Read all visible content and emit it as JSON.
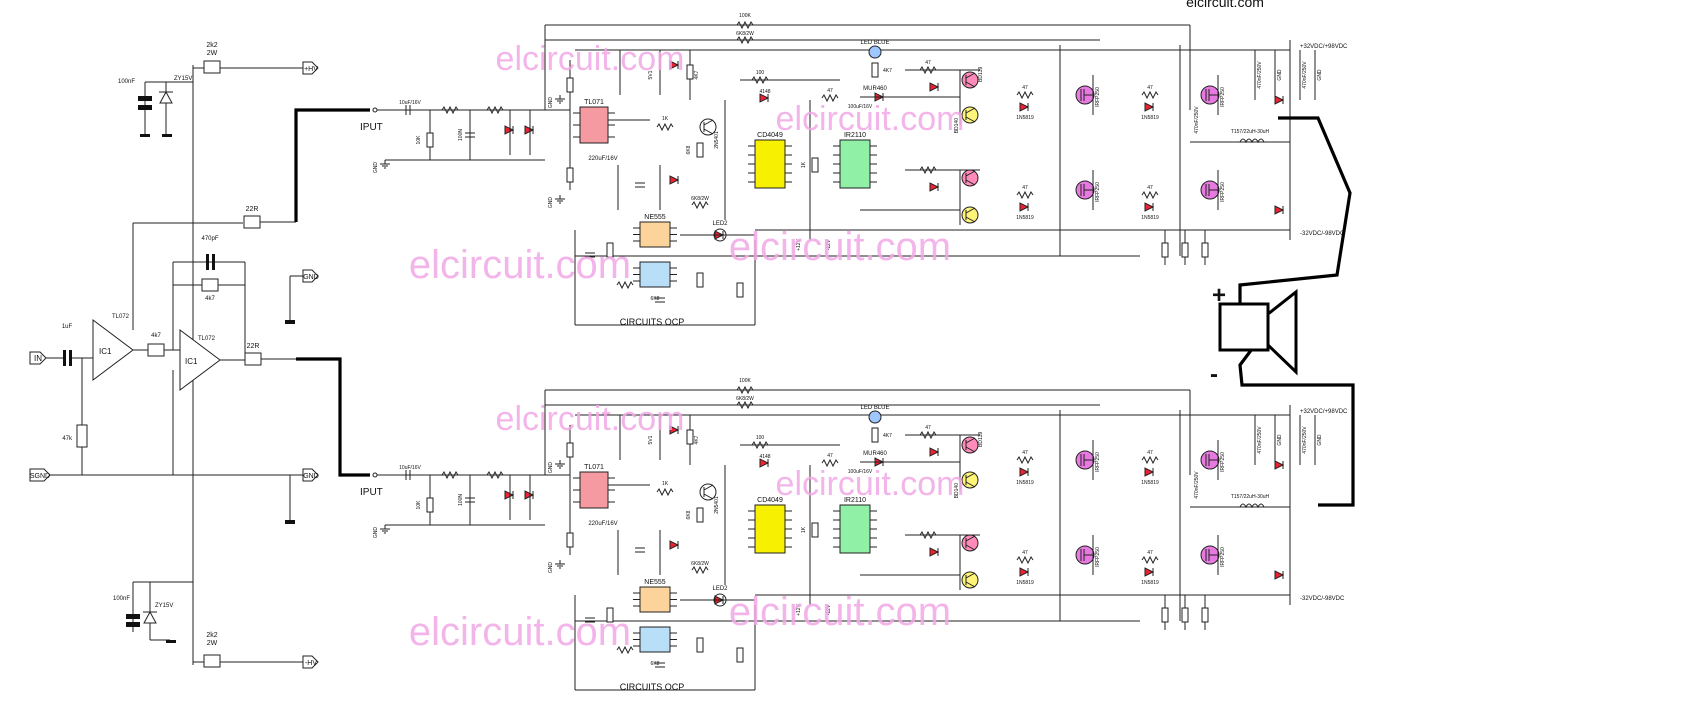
{
  "site_title": "elcircuit.com",
  "watermark": "elcircuit.com",
  "preamp": {
    "ports": {
      "hv_pos": "+HV",
      "hv_neg": "-HV",
      "in": "IN",
      "sgnd": "SGND",
      "gnd_a": "GND",
      "gnd_b": "GND"
    },
    "res_top": "2k2",
    "res_top_w": "2W",
    "res_bot": "2k2",
    "res_bot_w": "2W",
    "cap_top": "100nF",
    "zener_top": "ZY15V",
    "cap_bot": "100nF",
    "zener_bot": "ZY15V",
    "cap_in": "1uF",
    "op1": "IC1",
    "op1_part": "TL072",
    "op2": "IC1",
    "op2_part": "TL072",
    "r_mid": "4k7",
    "r_fb": "4k7",
    "c_fb": "470pF",
    "r_out1": "22R",
    "r_out2": "22R",
    "r_gnd": "47k"
  },
  "amp": {
    "input_label": "IPUT",
    "r_top": "100K",
    "r_top2": "6K8/2W",
    "ic_opamp": "TL071",
    "cap_opamp": "220uF/16V",
    "ic_logic": "CD4049",
    "ic_driver": "IR2110",
    "led_blue": "LED BLUE",
    "led2": "LED2",
    "timer": "NE555",
    "ocp": "CIRCUITS  OCP",
    "diode_mur": "MUR460",
    "diode_1n": "1N5819",
    "transistor_top": "BD139",
    "transistor_bot": "BD140",
    "mosfet": "IRFP250",
    "inductor": "T157/22uH-30uH",
    "cap_bus": "470nF/250V",
    "v_pos": "+32VDC/+98VDC",
    "v_neg": "-32VDC/-98VDC",
    "v_plus12": "+12V",
    "v_minus12": "-12V",
    "r47": "47",
    "r4k7": "4K7",
    "r1k": "1K",
    "r6k8": "6K8",
    "r100": "100",
    "d4148": "4148",
    "q2n": "2N5401",
    "c_input": "10uF/16V",
    "r10k": "10K",
    "c100n": "100N",
    "gnd": "GND"
  },
  "speaker": {
    "plus": "+",
    "minus": "-"
  }
}
